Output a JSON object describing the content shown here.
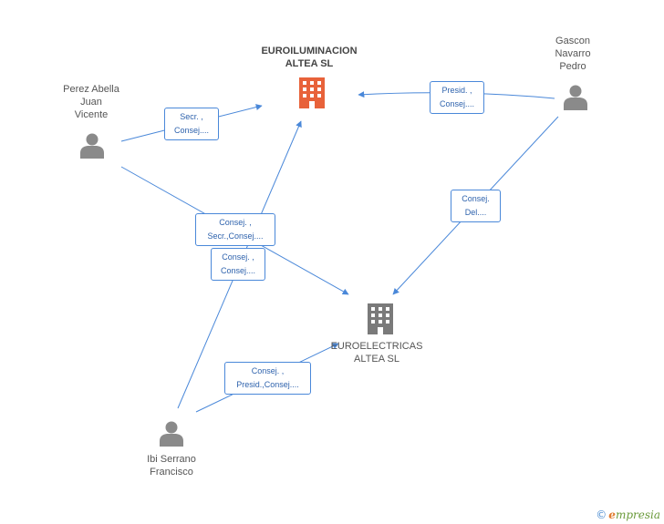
{
  "colors": {
    "edge": "#4a88d9",
    "person": "#8a8a8a",
    "company_main": "#e8623a",
    "company": "#7a7a7a"
  },
  "nodes": {
    "euroiluminacion": {
      "label": "EUROILUMINACION\nALTEA SL",
      "icon": "building-icon"
    },
    "euroelectricas": {
      "label": "EUROELECTRICAS\nALTEA SL",
      "icon": "building-icon"
    },
    "perez": {
      "label": "Perez Abella\nJuan\nVicente",
      "icon": "person-icon"
    },
    "gascon": {
      "label": "Gascon\nNavarro\nPedro",
      "icon": "person-icon"
    },
    "ibi": {
      "label": "Ibi Serrano\nFrancisco",
      "icon": "person-icon"
    }
  },
  "edges": [
    {
      "label": "Secr. ,\nConsej...."
    },
    {
      "label": "Presid. ,\nConsej...."
    },
    {
      "label": "Consej.\nDel...."
    },
    {
      "label": "Consej. ,\nSecr.,Consej...."
    },
    {
      "label": "Consej. ,\nConsej...."
    },
    {
      "label": "Consej. ,\nPresid.,Consej...."
    }
  ],
  "footer": {
    "copyright_symbol": "©",
    "brand_initial": "e",
    "brand_rest": "mpresia"
  }
}
